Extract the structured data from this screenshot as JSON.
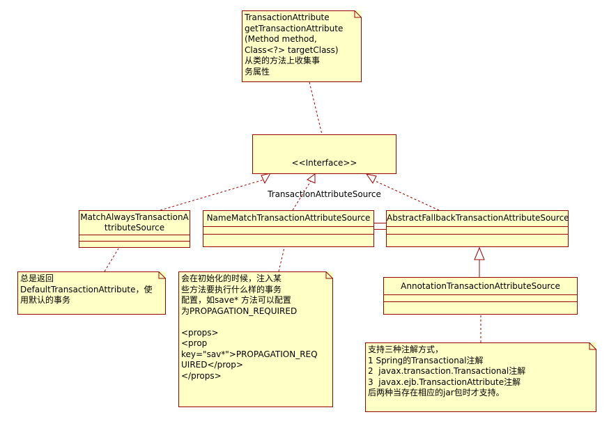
{
  "colors": {
    "fill": "#ffffc6",
    "border": "#990000",
    "line": "#990000"
  },
  "interface": {
    "stereotype": "<<Interface>>",
    "name": "TransactionAttributeSource"
  },
  "classes": {
    "match_always": "MatchAlwaysTransactionA\nttributeSource",
    "name_match": "NameMatchTransactionAttributeSource",
    "abstract_fallback": "AbstractFallbackTransactionAttributeSource",
    "annotation": "AnnotationTransactionAttributeSource"
  },
  "notes": {
    "top": "TransactionAttribute\ngetTransactionAttribute\n(Method method,\nClass<?> targetClass)\n从类的方法上收集事\n务属性",
    "match_always": "总是返回\nDefaultTransactionAttribute，使\n用默认的事务",
    "name_match": "会在初始化的时候，注入某\n些方法要执行什么样的事务\n配置，如save* 方法可以配置\n为PROPAGATION_REQUIRED\n\n<props>\n<prop\nkey=\"sav*\">PROPAGATION_REQ\nUIRED</prop>\n</props>",
    "annotation": "支持三种注解方式，\n1 Spring的Transactional注解\n2  javax.transaction.Transactional注解\n3  javax.ejb.TransactionAttribute注解\n后两种当存在相应的jar包时才支持。"
  }
}
